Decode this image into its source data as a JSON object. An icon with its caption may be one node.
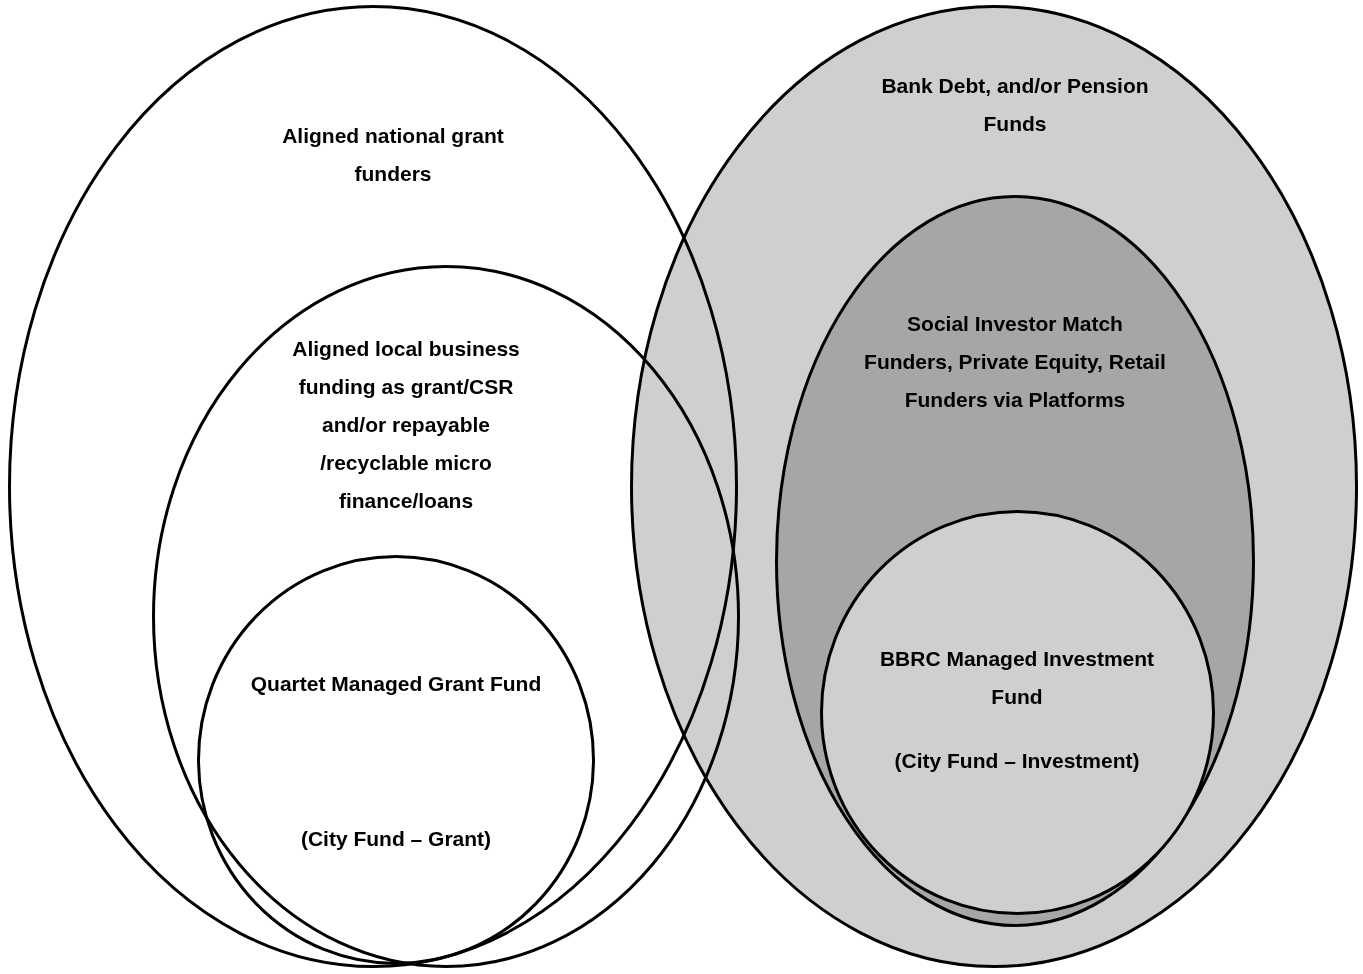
{
  "diagram": {
    "nodes": [
      {
        "text": [
          "Aligned national grant funders"
        ]
      },
      {
        "text": [
          "Aligned local business funding as grant/CSR and/or repayable /recyclable micro finance/loans"
        ],
        "in": 0
      },
      {
        "text": [
          "Quartet Managed Grant Fund",
          "(City Fund – Grant)"
        ],
        "in": 1
      },
      {
        "text": [
          "Bank Debt, and/or Pension Funds"
        ]
      },
      {
        "text": [
          "Social Investor Match Funders, Private Equity, Retail Funders via Platforms"
        ],
        "in": 3
      },
      {
        "text": [
          "BBRC Managed Investment Fund",
          "(City Fund – Investment)"
        ],
        "in": 4
      }
    ],
    "edges": []
  }
}
